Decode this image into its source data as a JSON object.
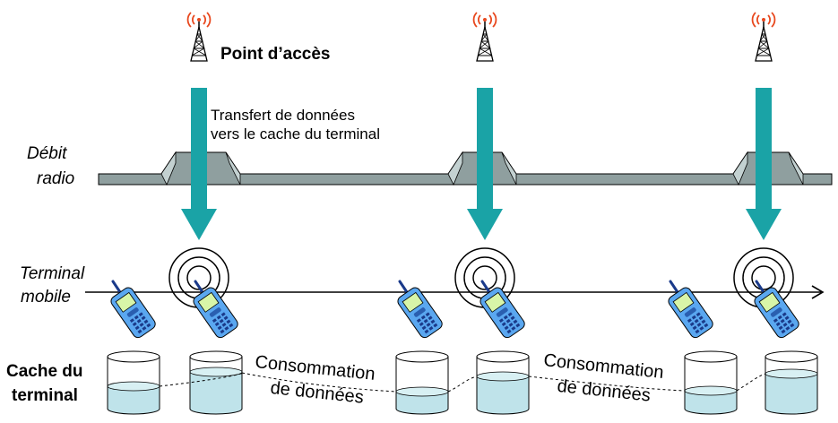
{
  "diagram": {
    "access_point_label": "Point d’accès",
    "transfer_label_line1": "Transfert de données",
    "transfer_label_line2": "vers le cache du terminal",
    "radio_rate_label_line1": "Débit",
    "radio_rate_label_line2": "radio",
    "mobile_terminal_label_line1": "Terminal",
    "mobile_terminal_label_line2": "mobile",
    "cache_label_line1": "Cache du",
    "cache_label_line2": "terminal",
    "consumption_1_line1": "Consommation",
    "consumption_1_line2": "de données",
    "consumption_2_line1": "Consommation",
    "consumption_2_line2": "de données",
    "antenna_signal_icon": "ℇ"
  },
  "colors": {
    "antenna_signal": "#e8481e",
    "transfer_arrow": "#1aa3a6",
    "radio_band": "#8f9f9f",
    "phone_body": "#5aa7f0",
    "cache_liquid": "#bfe3ea"
  }
}
